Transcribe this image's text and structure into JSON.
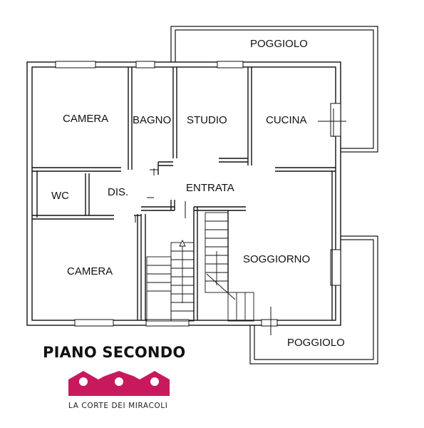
{
  "rooms": {
    "camera_top": "CAMERA",
    "bagno": "BAGNO",
    "studio": "STUDIO",
    "cucina": "CUCINA",
    "wc": "WC",
    "dis": "DIS.",
    "entrata": "ENTRATA",
    "camera_bottom": "CAMERA",
    "soggiorno": "SOGGIORNO",
    "poggiolo_top": "POGGIOLO",
    "poggiolo_bottom": "POGGIOLO"
  },
  "floor_title": "PIANO SECONDO",
  "brand": {
    "name": "LA CORTE DEI MIRACOLI",
    "color": "#c8195c"
  },
  "colors": {
    "wall": "#111111",
    "background": "#ffffff"
  }
}
